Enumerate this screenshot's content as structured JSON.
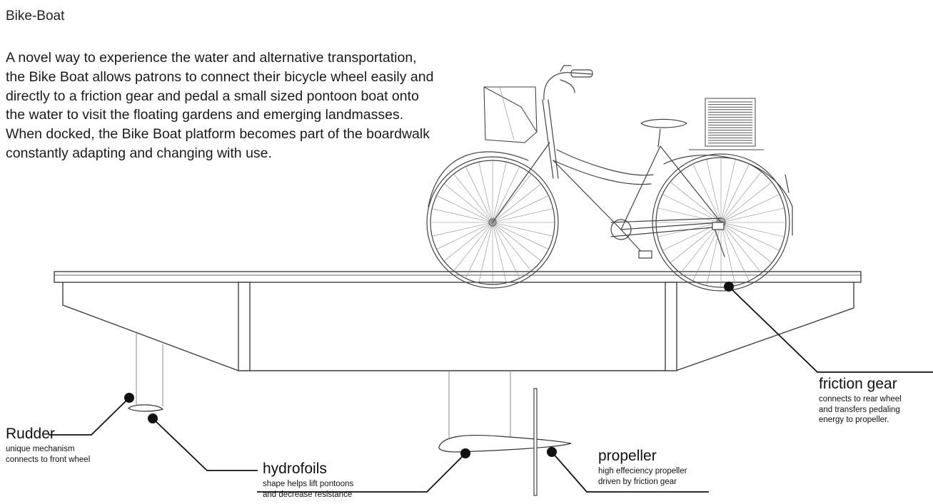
{
  "title": "Bike-Boat",
  "description": "A novel way to experience the water and alternative transportation, the Bike Boat allows patrons to connect their bicycle wheel easily and directly to a friction gear and pedal a small sized pontoon boat onto the water to visit the floating gardens and emerging landmasses. When docked, the Bike Boat platform becomes part of the boardwalk constantly adapting and changing with use.",
  "callouts": {
    "friction_gear": {
      "name": "friction gear",
      "note": "connects to rear wheel\nand transfers pedaling\nenergy to propeller."
    },
    "rudder": {
      "name": "Rudder",
      "note": "unique mechanism\nconnects to front wheel"
    },
    "hydrofoils": {
      "name": "hydrofoils",
      "note": "shape helps lift pontoons\nand decrease resistance"
    },
    "propeller": {
      "name": "propeller",
      "note": "high effeciency propeller\ndriven by friction gear"
    }
  },
  "colors": {
    "line": "#333333",
    "dot": "#111111"
  }
}
